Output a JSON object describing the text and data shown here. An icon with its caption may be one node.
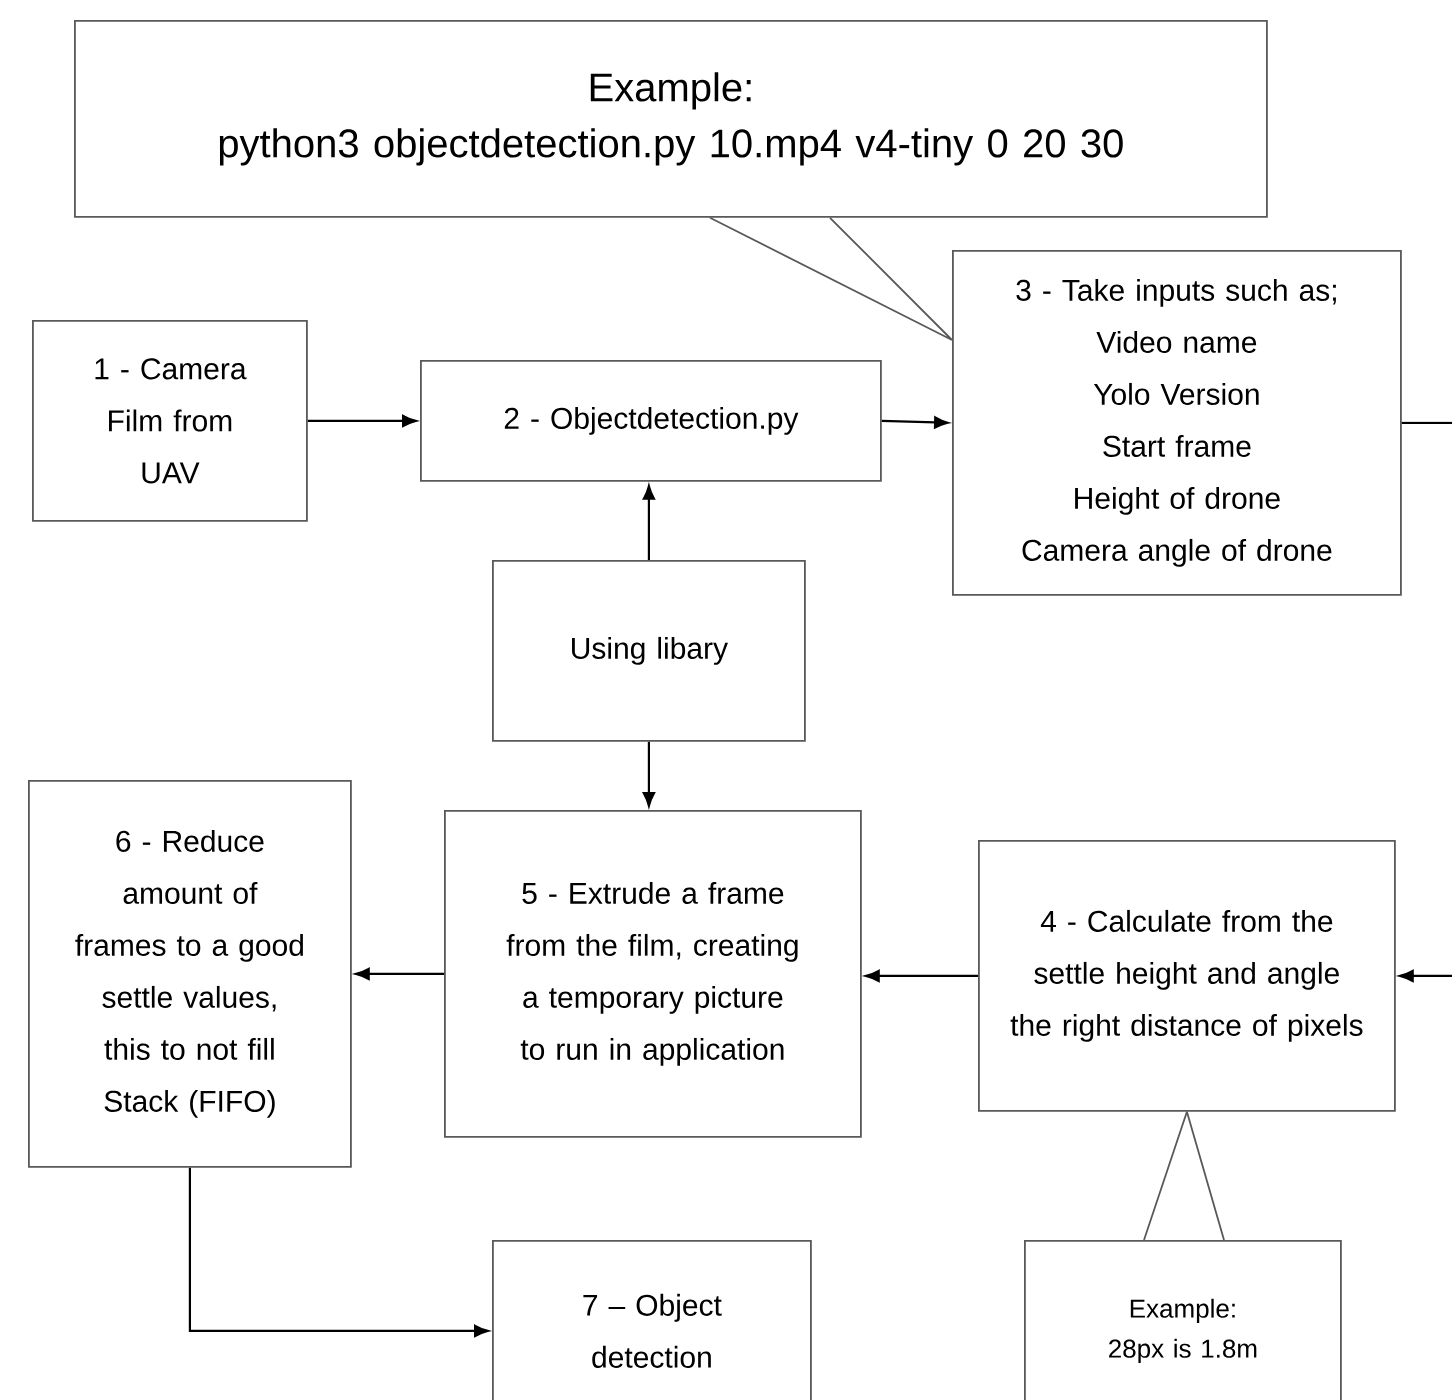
{
  "diagram": {
    "nodes": [
      {
        "text": [
          "Example:",
          "python3 objectdetection.py 10.mp4 v4-tiny 0 20 30"
        ]
      },
      {
        "text": [
          "1 - Camera Film from UAV"
        ]
      },
      {
        "text": [
          "2 - Objectdetection.py"
        ]
      },
      {
        "text": [
          "3 - Take inputs such as;",
          "Video name",
          "Yolo Version",
          "Start frame",
          "Height of drone",
          "Camera angle of drone"
        ]
      },
      {
        "text": [
          "Using libary"
        ]
      },
      {
        "text": [
          "5 - Extrude a frame from the film, creating a temporary picture to run in application"
        ]
      },
      {
        "text": [
          "6 - Reduce amount of frames to a good settle values, this to not fill Stack (FIFO)"
        ]
      },
      {
        "text": [
          "7 – Object detection"
        ]
      },
      {
        "text": [
          "4 - Calculate from the settle height and angle the right distance of pixels"
        ]
      },
      {
        "text": [
          "Example:",
          "28px is 1.8m"
        ]
      }
    ],
    "edges": [
      {
        "from": 1,
        "to": 2,
        "arrow": "to"
      },
      {
        "from": 2,
        "to": 3,
        "arrow": "to"
      },
      {
        "from": 4,
        "to": 2,
        "arrow": "to"
      },
      {
        "from": 4,
        "to": 5,
        "arrow": "to"
      },
      {
        "from": 3,
        "to": null,
        "arrow": "none"
      },
      {
        "from": null,
        "to": 8,
        "arrow": "to"
      },
      {
        "from": 8,
        "to": 5,
        "arrow": "to"
      },
      {
        "from": 5,
        "to": 6,
        "arrow": "to"
      },
      {
        "from": 6,
        "to": 7,
        "arrow": "to"
      },
      {
        "from": 0,
        "to": 3,
        "arrow": "none"
      },
      {
        "from": 9,
        "to": 8,
        "arrow": "none"
      }
    ]
  }
}
